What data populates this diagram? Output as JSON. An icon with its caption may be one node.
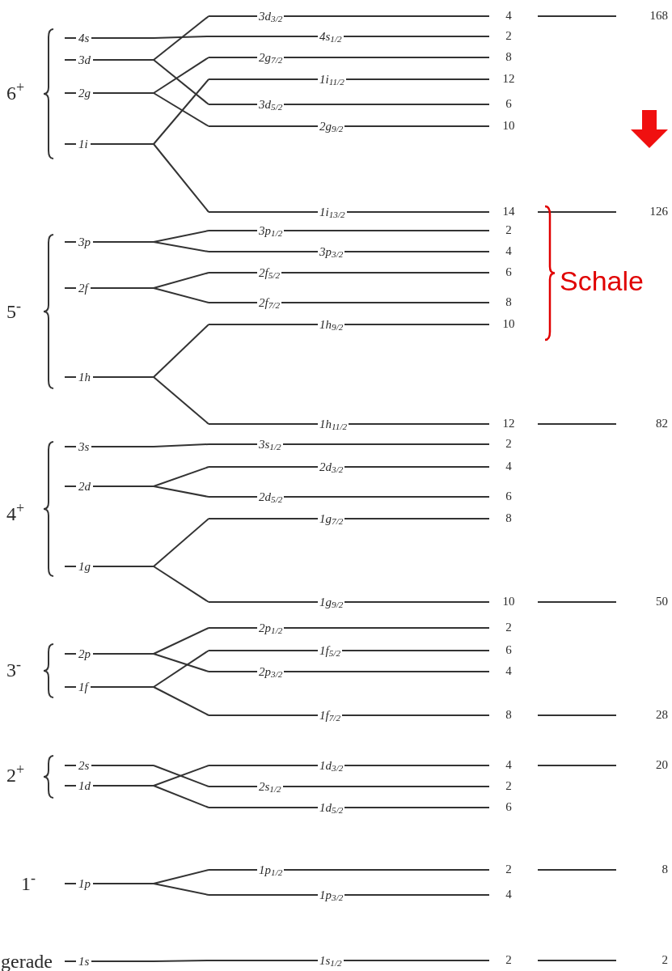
{
  "diagram": {
    "nodes": [
      {
        "text": [
          "4s"
        ]
      },
      {
        "text": [
          "3d"
        ]
      },
      {
        "text": [
          "2g"
        ]
      },
      {
        "text": [
          "1i"
        ]
      },
      {
        "text": [
          "3d$_{3/2}$"
        ],
        "beside": [
          "4"
        ]
      },
      {
        "text": [
          "4s$_{1/2}$"
        ],
        "beside": [
          "2"
        ]
      },
      {
        "text": [
          "2g$_{7/2}$"
        ],
        "beside": [
          "8"
        ]
      },
      {
        "text": [
          "1i$_{11/2}$"
        ],
        "beside": [
          "12"
        ]
      },
      {
        "text": [
          "3d$_{5/2}$"
        ],
        "beside": [
          "6"
        ]
      },
      {
        "text": [
          "2g$_{9/2}$"
        ],
        "beside": [
          "10"
        ]
      },
      {
        "text": [
          "1i$_{13/2}$"
        ],
        "beside": [
          "14"
        ]
      },
      {
        "text": [
          "3p"
        ]
      },
      {
        "text": [
          "2f"
        ]
      },
      {
        "text": [
          "1h"
        ]
      },
      {
        "text": [
          "3p$_{1/2}$"
        ],
        "beside": [
          "2"
        ]
      },
      {
        "text": [
          "3p$_{3/2}$"
        ],
        "beside": [
          "4"
        ]
      },
      {
        "text": [
          "2f$_{5/2}$"
        ],
        "beside": [
          "6"
        ]
      },
      {
        "text": [
          "2f$_{7/2}$"
        ],
        "beside": [
          "8"
        ]
      },
      {
        "text": [
          "1h$_{9/2}$"
        ],
        "beside": [
          "10"
        ]
      },
      {
        "text": [
          "1h$_{11/2}$"
        ],
        "beside": [
          "12"
        ]
      },
      {
        "text": [
          "3s"
        ]
      },
      {
        "text": [
          "2d"
        ]
      },
      {
        "text": [
          "1g"
        ]
      },
      {
        "text": [
          "3s$_{1/2}$"
        ],
        "beside": [
          "2"
        ]
      },
      {
        "text": [
          "2d$_{3/2}$"
        ],
        "beside": [
          "4"
        ]
      },
      {
        "text": [
          "2d$_{5/2}$"
        ],
        "beside": [
          "6"
        ]
      },
      {
        "text": [
          "1g$_{7/2}$"
        ],
        "beside": [
          "8"
        ]
      },
      {
        "text": [
          "1g$_{9/2}$"
        ],
        "beside": [
          "10"
        ]
      },
      {
        "text": [
          "2p"
        ]
      },
      {
        "text": [
          "1f"
        ]
      },
      {
        "text": [
          "2p$_{1/2}$"
        ],
        "beside": [
          "2"
        ]
      },
      {
        "text": [
          "1f$_{5/2}$"
        ],
        "beside": [
          "6"
        ]
      },
      {
        "text": [
          "2p$_{3/2}$"
        ],
        "beside": [
          "4"
        ]
      },
      {
        "text": [
          "1f$_{7/2}$"
        ],
        "beside": [
          "8"
        ]
      },
      {
        "text": [
          "2s"
        ]
      },
      {
        "text": [
          "1d"
        ]
      },
      {
        "text": [
          "1d$_{3/2}$"
        ],
        "beside": [
          "4"
        ]
      },
      {
        "text": [
          "2s$_{1/2}$"
        ],
        "beside": [
          "2"
        ]
      },
      {
        "text": [
          "1d$_{5/2}$"
        ],
        "beside": [
          "6"
        ]
      },
      {
        "text": [
          "1p"
        ]
      },
      {
        "text": [
          "1p$_{1/2}$"
        ],
        "beside": [
          "2"
        ]
      },
      {
        "text": [
          "1p$_{3/2}$"
        ],
        "beside": [
          "4"
        ]
      },
      {
        "text": [
          "1s"
        ]
      },
      {
        "text": [
          "1s$_{1/2}$"
        ],
        "beside": [
          "2"
        ]
      }
    ],
    "edges": [
      {
        "from": 0,
        "to": 5,
        "arrow": "none"
      },
      {
        "from": 1,
        "to": 4,
        "arrow": "none"
      },
      {
        "from": 1,
        "to": 8,
        "arrow": "none"
      },
      {
        "from": 2,
        "to": 6,
        "arrow": "none"
      },
      {
        "from": 2,
        "to": 9,
        "arrow": "none"
      },
      {
        "from": 3,
        "to": 7,
        "arrow": "none"
      },
      {
        "from": 3,
        "to": 10,
        "arrow": "none"
      },
      {
        "from": 11,
        "to": 14,
        "arrow": "none"
      },
      {
        "from": 11,
        "to": 15,
        "arrow": "none"
      },
      {
        "from": 12,
        "to": 16,
        "arrow": "none"
      },
      {
        "from": 12,
        "to": 17,
        "arrow": "none"
      },
      {
        "from": 13,
        "to": 18,
        "arrow": "none"
      },
      {
        "from": 13,
        "to": 19,
        "arrow": "none"
      },
      {
        "from": 20,
        "to": 23,
        "arrow": "none"
      },
      {
        "from": 21,
        "to": 24,
        "arrow": "none"
      },
      {
        "from": 21,
        "to": 25,
        "arrow": "none"
      },
      {
        "from": 22,
        "to": 26,
        "arrow": "none"
      },
      {
        "from": 22,
        "to": 27,
        "arrow": "none"
      },
      {
        "from": 28,
        "to": 30,
        "arrow": "none"
      },
      {
        "from": 28,
        "to": 32,
        "arrow": "none"
      },
      {
        "from": 29,
        "to": 31,
        "arrow": "none"
      },
      {
        "from": 29,
        "to": 33,
        "arrow": "none"
      },
      {
        "from": 34,
        "to": 37,
        "arrow": "none"
      },
      {
        "from": 35,
        "to": 36,
        "arrow": "none"
      },
      {
        "from": 35,
        "to": 38,
        "arrow": "none"
      },
      {
        "from": 39,
        "to": 40,
        "arrow": "none"
      },
      {
        "from": 39,
        "to": 41,
        "arrow": "none"
      },
      {
        "from": 42,
        "to": 43,
        "arrow": "none"
      }
    ],
    "labels": [
      "168",
      "6$^{+}$",
      "126",
      "Schale",
      "5$^{-}$",
      "82",
      "4$^{+}$",
      "50",
      "3$^{-}$",
      "28",
      "2$^{+}$",
      "20",
      "1$^{-}$",
      "8",
      "gerade",
      "2"
    ]
  }
}
